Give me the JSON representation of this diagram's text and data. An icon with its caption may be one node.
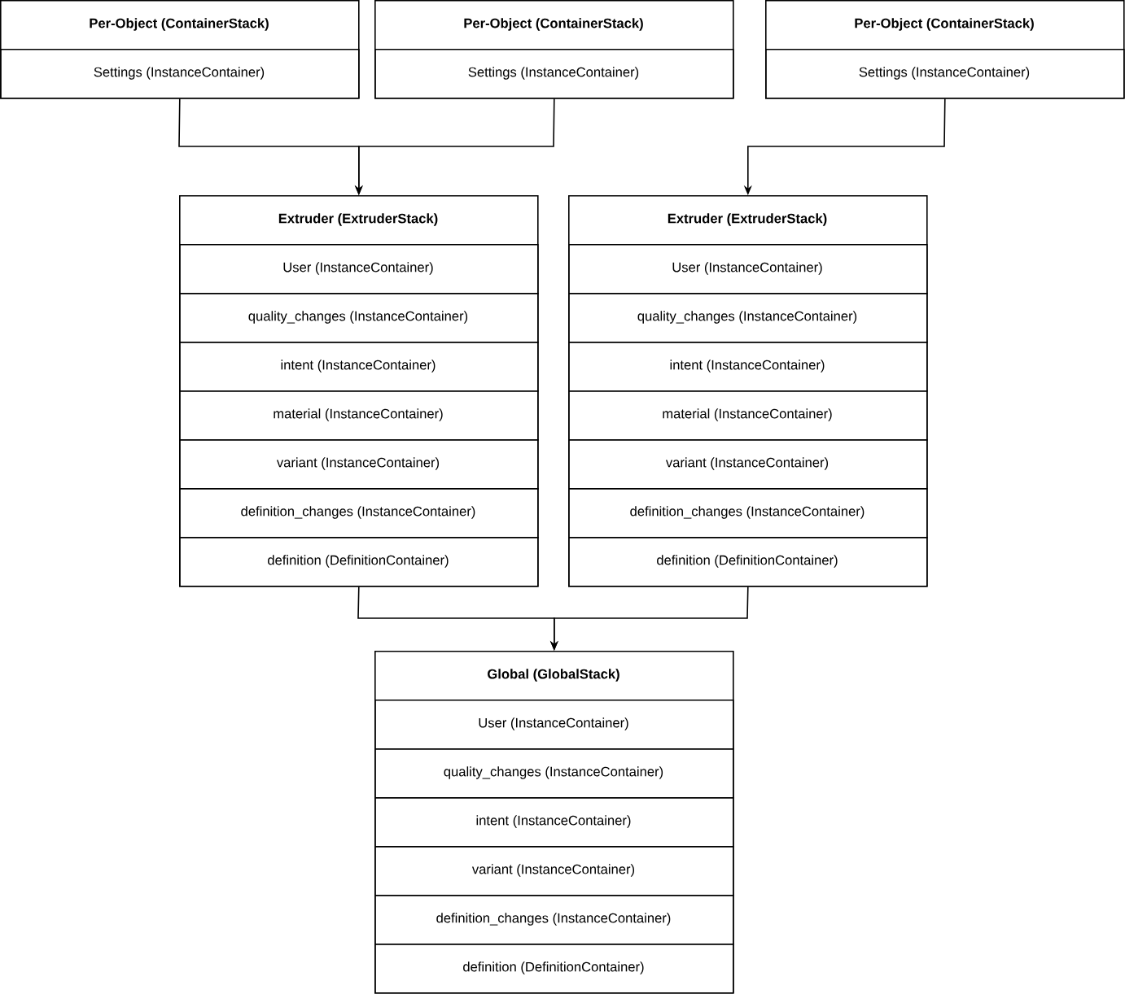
{
  "diagram": {
    "nodes": [
      {
        "text": [
          "Per-Object (ContainerStack)"
        ]
      },
      {
        "text": [
          "Settings (InstanceContainer)"
        ],
        "in": 0
      },
      {
        "text": [
          "Per-Object (ContainerStack)"
        ]
      },
      {
        "text": [
          "Settings (InstanceContainer)"
        ],
        "in": 2
      },
      {
        "text": [
          "Per-Object (ContainerStack)"
        ]
      },
      {
        "text": [
          "Settings (InstanceContainer)"
        ],
        "in": 4
      },
      {
        "text": [
          "Extruder (ExtruderStack)"
        ]
      },
      {
        "text": [
          "User (InstanceContainer)"
        ],
        "in": 6
      },
      {
        "text": [
          "quality_changes (InstanceContainer)"
        ],
        "in": 6
      },
      {
        "text": [
          "intent (InstanceContainer)"
        ],
        "in": 6
      },
      {
        "text": [
          "material (InstanceContainer)"
        ],
        "in": 6
      },
      {
        "text": [
          "variant (InstanceContainer)"
        ],
        "in": 6
      },
      {
        "text": [
          "definition_changes (InstanceContainer)"
        ],
        "in": 6
      },
      {
        "text": [
          "definition (DefinitionContainer)"
        ],
        "in": 6
      },
      {
        "text": [
          "Extruder (ExtruderStack)"
        ]
      },
      {
        "text": [
          "User (InstanceContainer)"
        ],
        "in": 14
      },
      {
        "text": [
          "quality_changes (InstanceContainer)"
        ],
        "in": 14
      },
      {
        "text": [
          "intent (InstanceContainer)"
        ],
        "in": 14
      },
      {
        "text": [
          "material (InstanceContainer)"
        ],
        "in": 14
      },
      {
        "text": [
          "variant (InstanceContainer)"
        ],
        "in": 14
      },
      {
        "text": [
          "definition_changes (InstanceContainer)"
        ],
        "in": 14
      },
      {
        "text": [
          "definition (DefinitionContainer)"
        ],
        "in": 14
      },
      {
        "text": [
          "Global (GlobalStack)"
        ]
      },
      {
        "text": [
          "User (InstanceContainer)"
        ],
        "in": 22
      },
      {
        "text": [
          "quality_changes (InstanceContainer)"
        ],
        "in": 22
      },
      {
        "text": [
          "intent (InstanceContainer)"
        ],
        "in": 22
      },
      {
        "text": [
          "variant (InstanceContainer)"
        ],
        "in": 22
      },
      {
        "text": [
          "definition_changes (InstanceContainer)"
        ],
        "in": 22
      },
      {
        "text": [
          "definition (DefinitionContainer)"
        ],
        "in": 22
      }
    ],
    "edges": [
      {
        "from": 0,
        "to": 6,
        "arrow": "to"
      },
      {
        "from": 2,
        "to": 6,
        "arrow": "to"
      },
      {
        "from": 4,
        "to": 14,
        "arrow": "to"
      },
      {
        "from": 6,
        "to": 22,
        "arrow": "to"
      },
      {
        "from": 14,
        "to": 22,
        "arrow": "to"
      }
    ]
  }
}
